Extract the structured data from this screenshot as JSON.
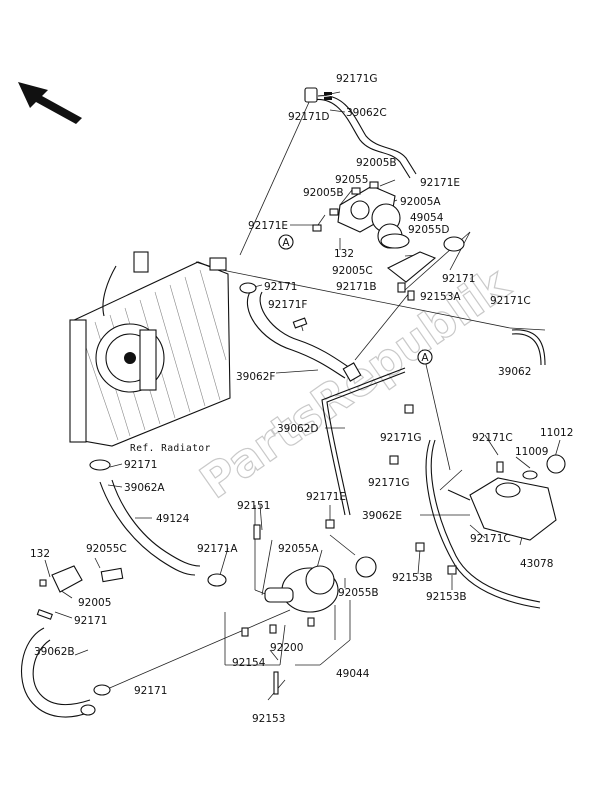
{
  "diagram": {
    "reference_label": "Ref. Radiator",
    "watermark": "PartsRepublik",
    "marker_a": "A",
    "part_labels": {
      "p92171G": "92171G",
      "p39062C": "39062C",
      "p92171D": "92171D",
      "p92005B_1": "92005B",
      "p92055_1": "92055",
      "p92171E_1": "92171E",
      "p92005B_2": "92005B",
      "p92005A": "92005A",
      "p49054": "49054",
      "p92171E_2": "92171E",
      "p132_1": "132",
      "p92055D": "92055D",
      "p92005C": "92005C",
      "p92171_1": "92171",
      "p92171B": "92171B",
      "p92153A": "92153A",
      "p92171_2": "92171",
      "p92171F": "92171F",
      "p92171C_1": "92171C",
      "p39062F": "39062F",
      "p39062": "39062",
      "p39062D": "39062D",
      "p92171G_2": "92171G",
      "p92171C_2": "92171C",
      "p11012": "11012",
      "p11009": "11009",
      "p92171G_3": "92171G",
      "p92171_3": "92171",
      "p39062A": "39062A",
      "p49124": "49124",
      "p92151": "92151",
      "p92171E_3": "92171E",
      "p39062E": "39062E",
      "p92171C_3": "92171C",
      "p43078": "43078",
      "p132_2": "132",
      "p92055C": "92055C",
      "p92171A": "92171A",
      "p92055A": "92055A",
      "p92153B_1": "92153B",
      "p92005": "92005",
      "p92055B": "92055B",
      "p92153B_2": "92153B",
      "p92171_4": "92171",
      "p39062B": "39062B",
      "p92200": "92200",
      "p92154": "92154",
      "p49044": "49044",
      "p92171_5": "92171",
      "p92153": "92153"
    }
  }
}
